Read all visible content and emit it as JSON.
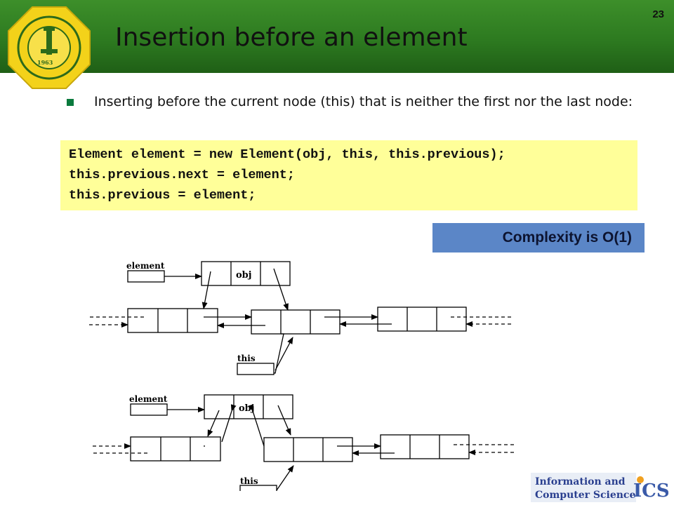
{
  "slide": {
    "title": "Insertion before an element",
    "page_number": "23",
    "bullet": "Inserting before the current node (this) that is neither the first nor the last node:",
    "code_lines": [
      "Element element = new Element(obj, this, this.previous);",
      "this.previous.next = element;",
      "this.previous = element;"
    ],
    "complexity": "Complexity is O(1)"
  },
  "diagram": {
    "before": {
      "element_label": "element",
      "obj_label": "obj",
      "this_label": "this"
    },
    "after": {
      "element_label": "element",
      "obj_label": "obj",
      "this_label": "this"
    }
  },
  "branding": {
    "logo_line1": "Information and",
    "logo_line2": "Computer Science",
    "logo_mark": "ICS",
    "seal_year": "1963"
  },
  "colors": {
    "header_green": "#2d7a20",
    "seal_yellow": "#f3d21a",
    "code_bg": "#ffff99",
    "complexity_bg": "#5b86c7",
    "bullet": "#0a7a3d"
  }
}
